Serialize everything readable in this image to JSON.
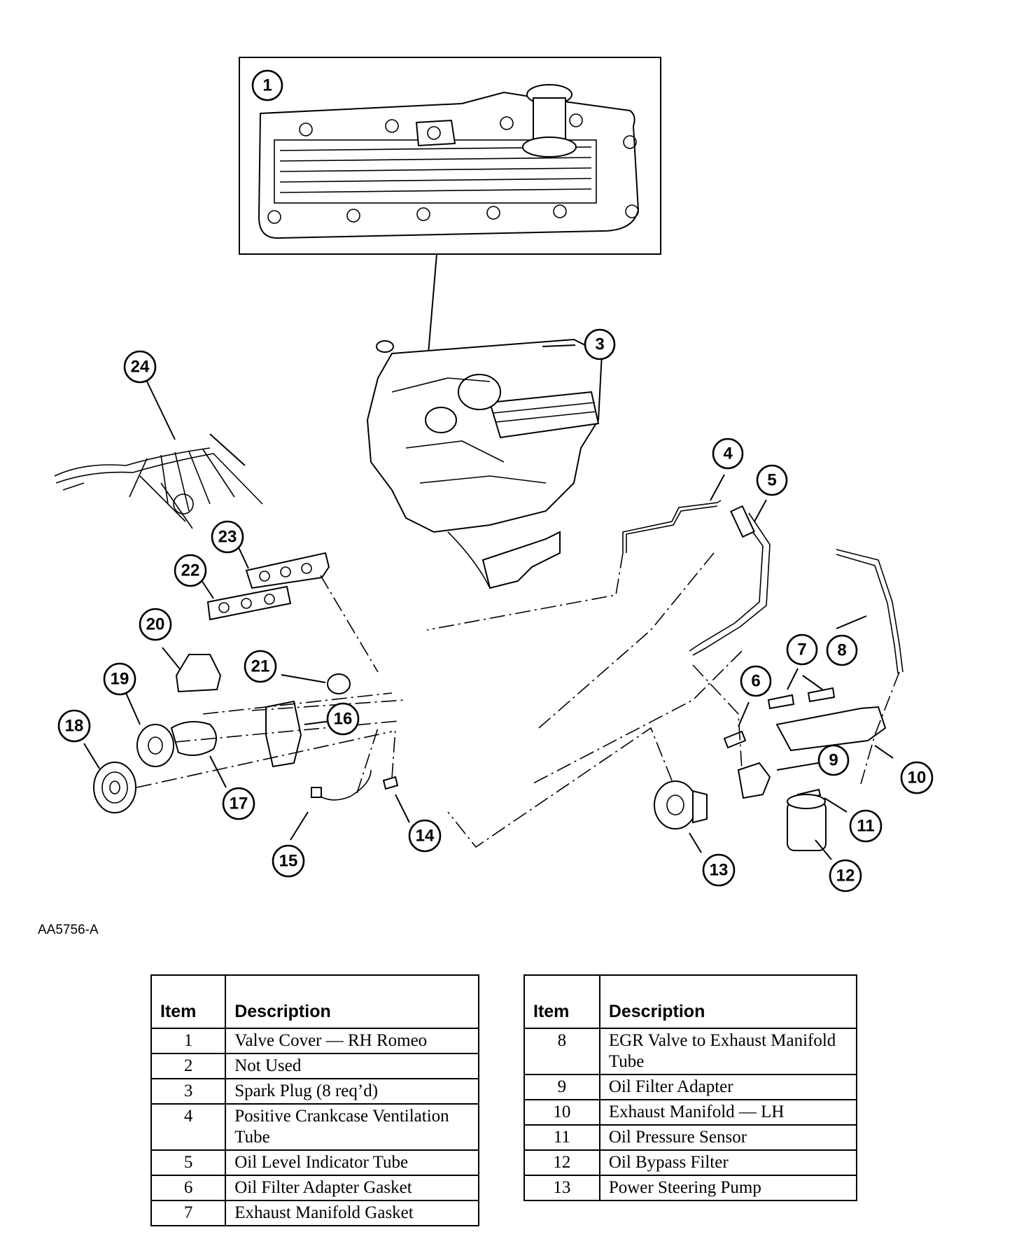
{
  "figure_id": "AA5756-A",
  "callouts": [
    "1",
    "3",
    "4",
    "5",
    "6",
    "7",
    "8",
    "9",
    "10",
    "11",
    "12",
    "13",
    "14",
    "15",
    "16",
    "17",
    "18",
    "19",
    "20",
    "21",
    "22",
    "23",
    "24"
  ],
  "legend_left": {
    "headers": {
      "item": "Item",
      "description": "Description"
    },
    "rows": [
      {
        "item": "1",
        "description": "Valve Cover — RH Romeo"
      },
      {
        "item": "2",
        "description": "Not Used"
      },
      {
        "item": "3",
        "description": "Spark Plug (8 req’d)"
      },
      {
        "item": "4",
        "description": "Positive Crankcase Ventilation Tube"
      },
      {
        "item": "5",
        "description": "Oil Level Indicator Tube"
      },
      {
        "item": "6",
        "description": "Oil Filter Adapter Gasket"
      },
      {
        "item": "7",
        "description": "Exhaust Manifold Gasket"
      }
    ]
  },
  "legend_right": {
    "headers": {
      "item": "Item",
      "description": "Description"
    },
    "rows": [
      {
        "item": "8",
        "description": "EGR Valve to Exhaust Manifold Tube"
      },
      {
        "item": "9",
        "description": "Oil Filter Adapter"
      },
      {
        "item": "10",
        "description": "Exhaust Manifold — LH"
      },
      {
        "item": "11",
        "description": "Oil Pressure Sensor"
      },
      {
        "item": "12",
        "description": "Oil Bypass Filter"
      },
      {
        "item": "13",
        "description": "Power Steering Pump"
      }
    ]
  }
}
